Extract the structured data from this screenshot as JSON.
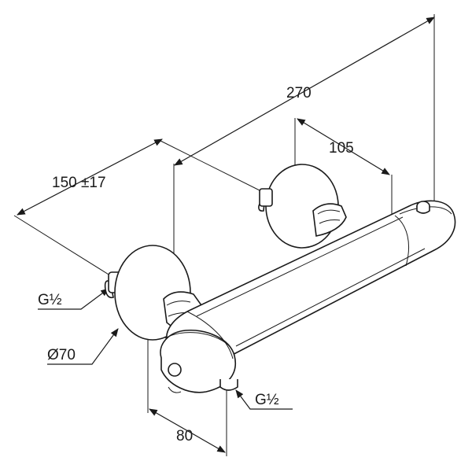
{
  "dimensions": {
    "overall_length": "270",
    "wall_distance_range": "150 ±17",
    "outlet_offset": "105",
    "depth": "80",
    "inlet_left_thread": "G½",
    "rosette_diameter": "Ø70",
    "outlet_thread": "G½"
  },
  "colors": {
    "line": "#1a1a1a",
    "fill": "#ffffff"
  }
}
